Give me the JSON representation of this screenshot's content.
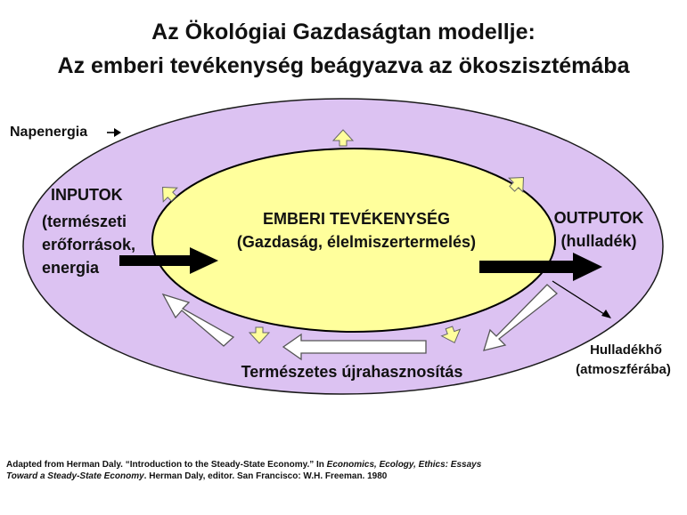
{
  "title": {
    "line1": "Az Ökológiai Gazdaságtan modellje:",
    "line2": "Az emberi tevékenység beágyazva az ökoszisztémába"
  },
  "labels": {
    "solar": "Napenergia",
    "inputs_heading": "INPUTOK",
    "inputs_line1": "(természeti",
    "inputs_line2": "erőforrások,",
    "inputs_line3": "energia",
    "core_title": "EMBERI TEVÉKENYSÉG",
    "core_subtitle": "(Gazdaság, élelmiszertermelés)",
    "outputs_heading": "OUTPUTOK",
    "outputs_line1": "(hulladék)",
    "recycling": "Természetes újrahasznosítás",
    "waste_heat": "Hulladékhő",
    "waste_heat_note": "(atmoszférába)"
  },
  "citation": {
    "prefix": "Adapted from Herman Daly.  “Introduction to the Steady-State Economy.”  In ",
    "book_title_1": "Economics, Ecology, Ethics: Essays",
    "book_title_2": "Toward a Steady-State Economy",
    "suffix": ". Herman Daly, editor. San Francisco: W.H. Freeman.  1980"
  },
  "colors": {
    "outer_ellipse": "#dcc2f2",
    "inner_ellipse": "#ffff9c",
    "small_arrow_fill": "#ffff9c",
    "flow_arrow": "#000000"
  }
}
